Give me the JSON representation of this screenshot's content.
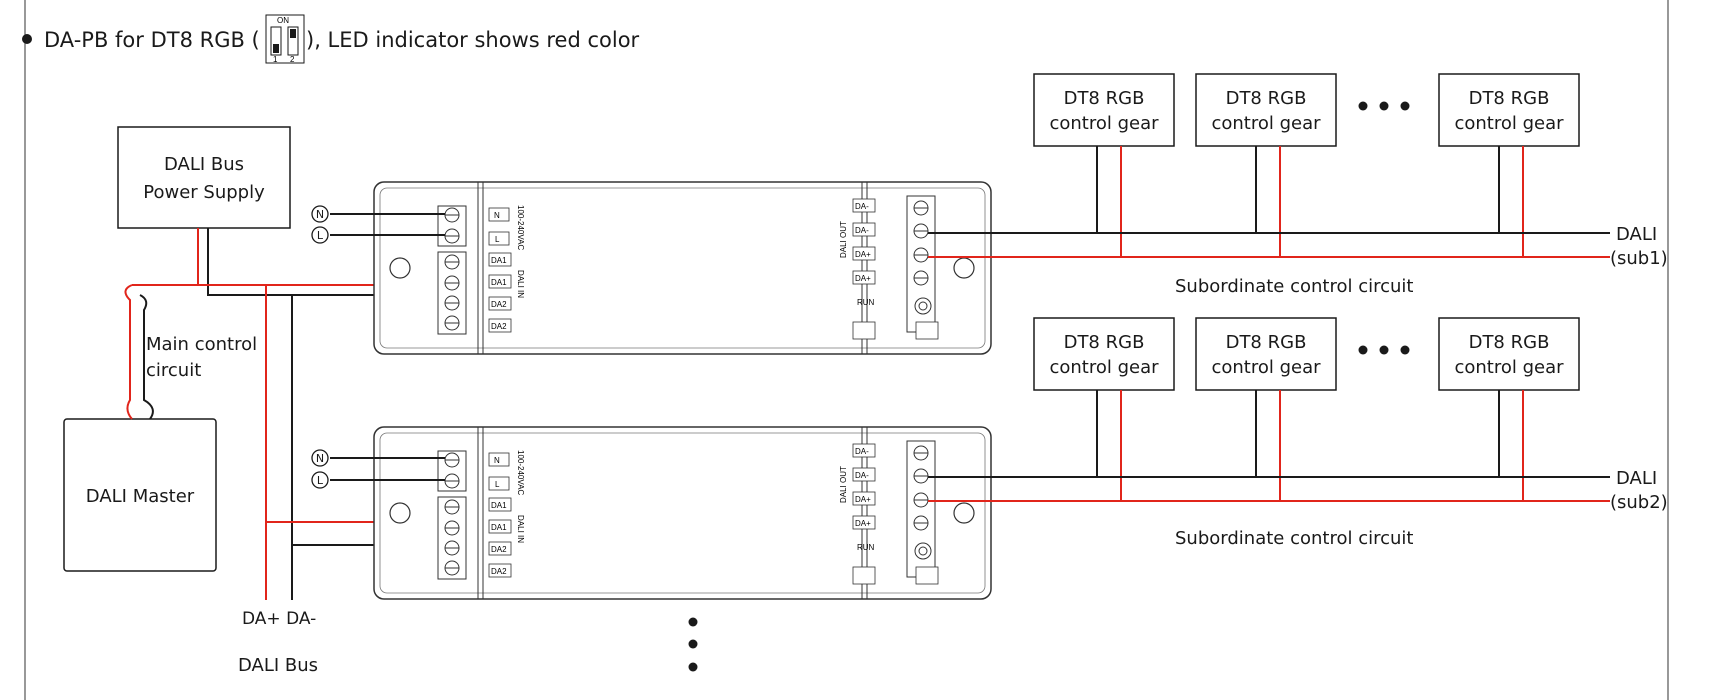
{
  "header": {
    "title_before": "DA-PB for DT8 RGB (",
    "title_after": "), LED indicator shows red color",
    "dip_on": "ON",
    "dip_1": "1",
    "dip_2": "2"
  },
  "power_supply": {
    "line1": "DALI Bus",
    "line2": "Power Supply"
  },
  "master": {
    "label": "DALI Master"
  },
  "main_circuit": {
    "line1": "Main control",
    "line2": "circuit"
  },
  "bus": {
    "da_plus_minus": "DA+ DA-",
    "label": "DALI Bus"
  },
  "mains": {
    "n": "N",
    "l": "L"
  },
  "device": {
    "ac_label": "100-240VAC",
    "dali_in": "DALI IN",
    "dali_out": "DALI OUT",
    "run": "RUN",
    "input_terms": [
      "N",
      "L",
      "DA1",
      "DA1",
      "DA2",
      "DA2"
    ],
    "output_terms": [
      "DA-",
      "DA-",
      "DA+",
      "DA+"
    ]
  },
  "gear": {
    "line1": "DT8 RGB",
    "line2": "control gear"
  },
  "sub1": {
    "dali": "DALI",
    "tag": "(sub1)",
    "caption": "Subordinate control circuit"
  },
  "sub2": {
    "dali": "DALI",
    "tag": "(sub2)",
    "caption": "Subordinate control circuit"
  },
  "colors": {
    "red_wire": "#e1251b",
    "black_wire": "#1a1a1a"
  }
}
